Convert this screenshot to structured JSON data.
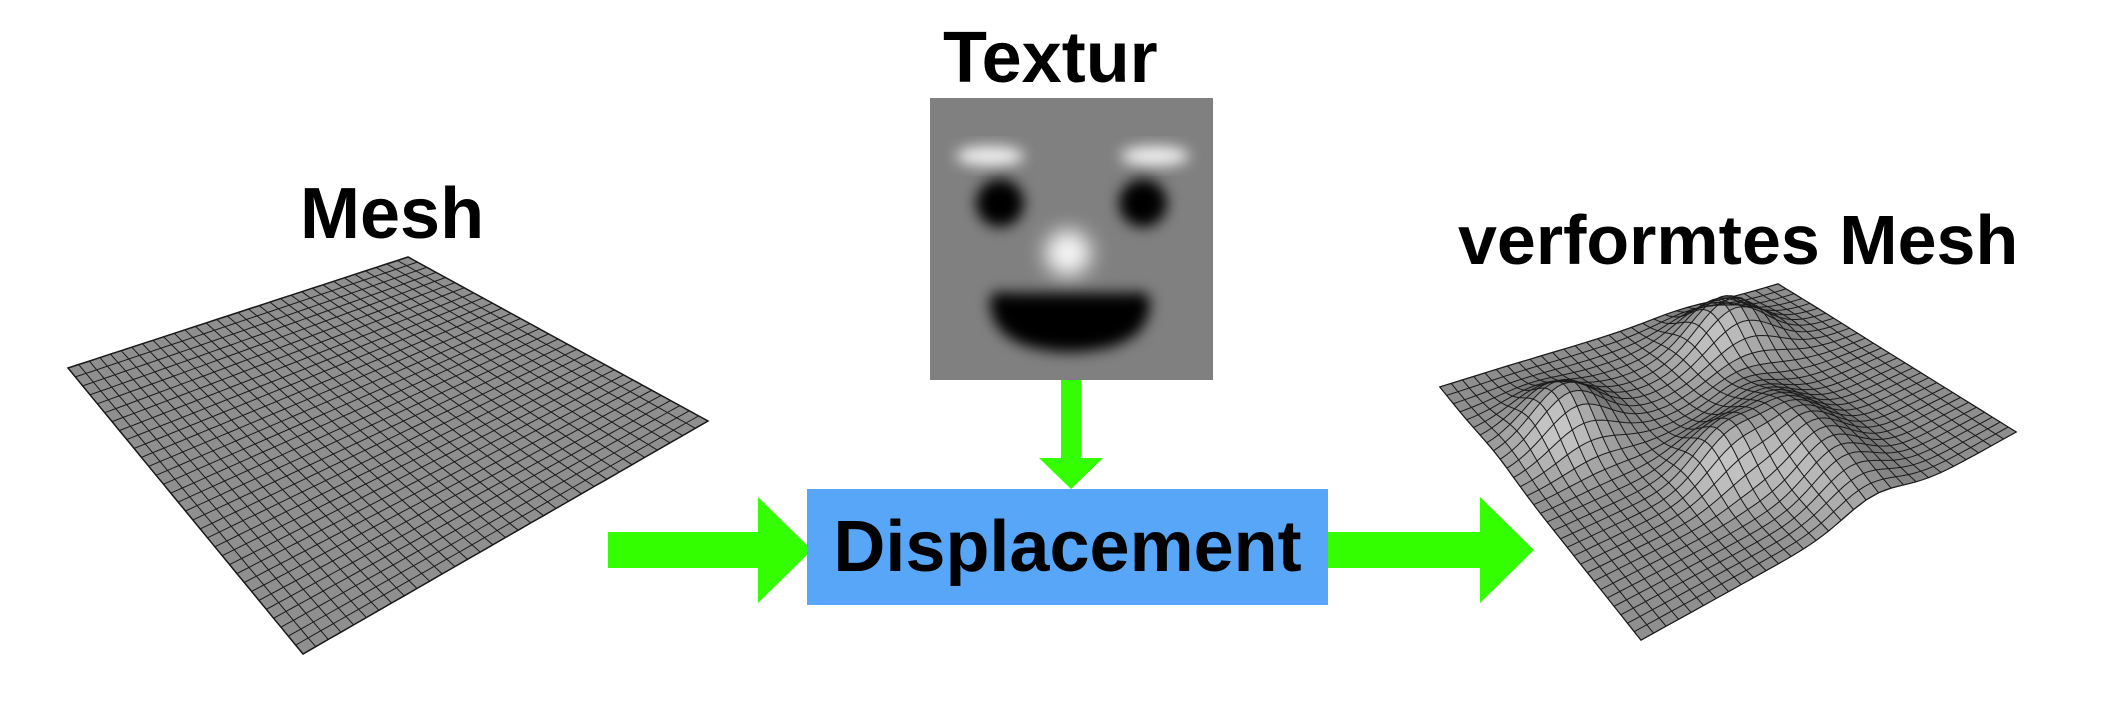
{
  "labels": {
    "mesh": "Mesh",
    "texture": "Textur",
    "deformed_mesh": "verformtes Mesh",
    "process": "Displacement"
  },
  "colors": {
    "arrow": "#33ff00",
    "process_box": "#57a6f7",
    "mesh_fill": "#8f8f8f",
    "mesh_lines": "#1a1a1a",
    "texture_bg": "#808080"
  },
  "icons": {
    "flat_mesh": "flat-grid-mesh-icon",
    "texture": "face-heightmap-texture",
    "deformed_mesh": "deformed-grid-mesh-icon"
  }
}
